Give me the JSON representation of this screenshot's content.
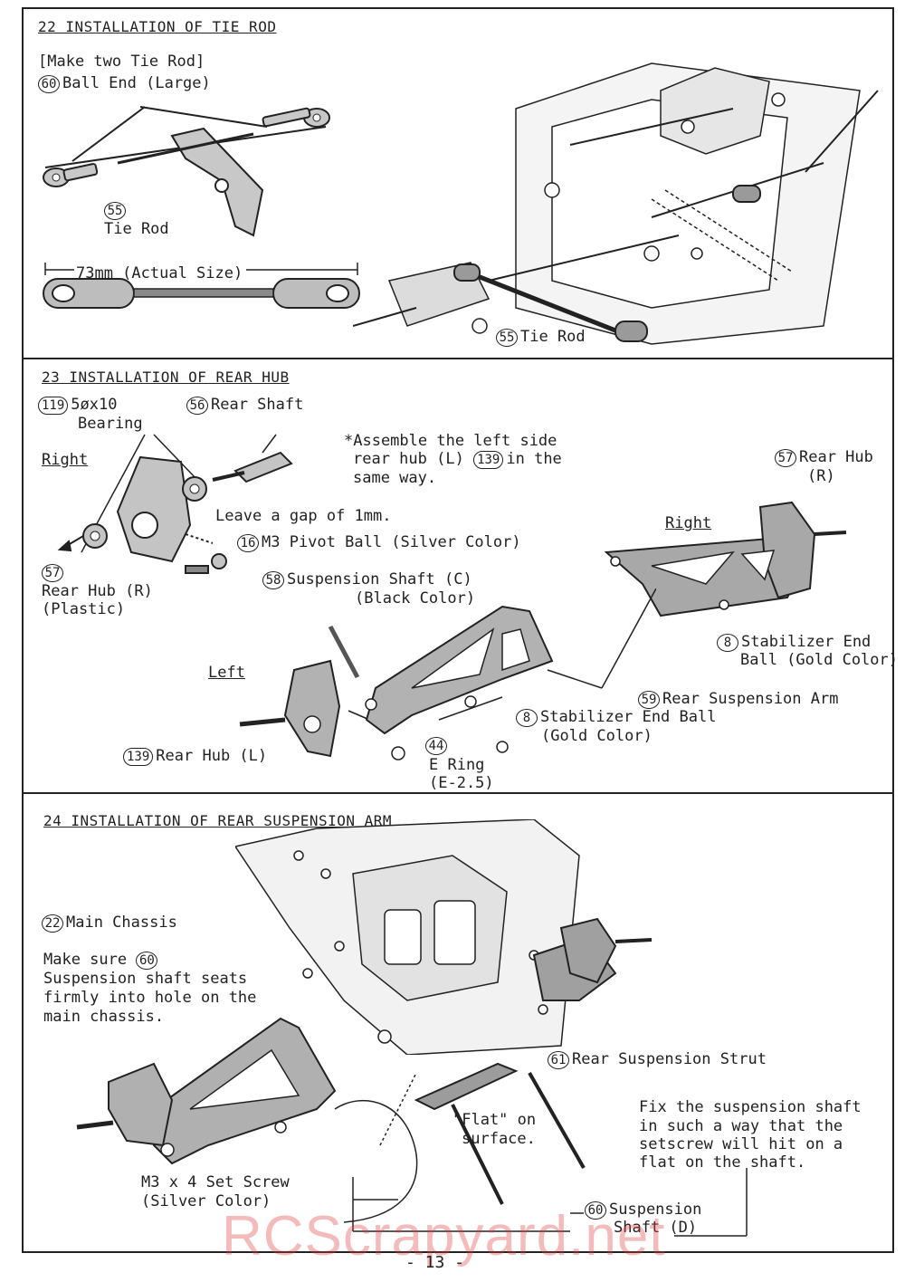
{
  "sec22": {
    "title": "22 INSTALLATION OF TIE ROD",
    "note": "[Make two Tie Rod]",
    "ball_end_no": "60",
    "ball_end": "Ball End (Large)",
    "tie_rod_no": "55",
    "tie_rod": "Tie Rod",
    "size": "73mm (Actual Size)",
    "tie_rod2_no": "55",
    "tie_rod2": "Tie Rod"
  },
  "sec23": {
    "title": "23 INSTALLATION OF REAR HUB",
    "bearing_no": "119",
    "bearing_1": "5øx10",
    "bearing_2": "Bearing",
    "rear_shaft_no": "56",
    "rear_shaft": "Rear Shaft",
    "assemble_1": "*Assemble the left side",
    "assemble_2a": "rear hub (L)",
    "assemble_no": "139",
    "assemble_2b": "in the",
    "assemble_3": "same way.",
    "rear_hub_r_no": "57",
    "rear_hub_r_1": "Rear Hub",
    "rear_hub_r_2": "(R)",
    "right_1": "Right",
    "right_2": "Right",
    "gap": "Leave a gap of 1mm.",
    "pivot_no": "16",
    "pivot": "M3 Pivot Ball (Silver Color)",
    "hub_plastic_no": "57",
    "hub_plastic_1": "Rear Hub (R)",
    "hub_plastic_2": "(Plastic)",
    "susp_c_no": "58",
    "susp_c_1": "Suspension Shaft (C)",
    "susp_c_2": "(Black Color)",
    "stab_gold_no": "8",
    "stab_gold_1": "Stabilizer End",
    "stab_gold_2": "Ball (Gold Color)",
    "left": "Left",
    "arm_no": "59",
    "arm": "Rear Suspension Arm",
    "stab2_no": "8",
    "stab2_1": "Stabilizer End Ball",
    "stab2_2": "(Gold Color)",
    "hub_l_no": "139",
    "hub_l": "Rear Hub (L)",
    "ering_no": "44",
    "ering_1": "E Ring",
    "ering_2": "(E-2.5)"
  },
  "sec24": {
    "title": "24 INSTALLATION OF REAR SUSPENSION ARM",
    "chassis_no": "22",
    "chassis": "Main Chassis",
    "make_sure_1": "Make sure",
    "make_sure_no": "60",
    "make_sure_2": "Suspension shaft seats",
    "make_sure_3": "firmly into hole on the",
    "make_sure_4": "main chassis.",
    "strut_no": "61",
    "strut": "Rear Suspension Strut",
    "flat_1": "\"Flat\" on",
    "flat_2": "surface.",
    "fix_1": "Fix the suspension shaft",
    "fix_2": "in such a way that the",
    "fix_3": "setscrew will hit on a",
    "fix_4": "flat on the shaft.",
    "setscrew_1": "M3 x 4 Set Screw",
    "setscrew_2": "(Silver Color)",
    "shaft_d_no": "60",
    "shaft_d_1": "Suspension",
    "shaft_d_2": "Shaft (D)"
  },
  "page_number": "- 13 -",
  "watermark": "RCScrapyard.net"
}
